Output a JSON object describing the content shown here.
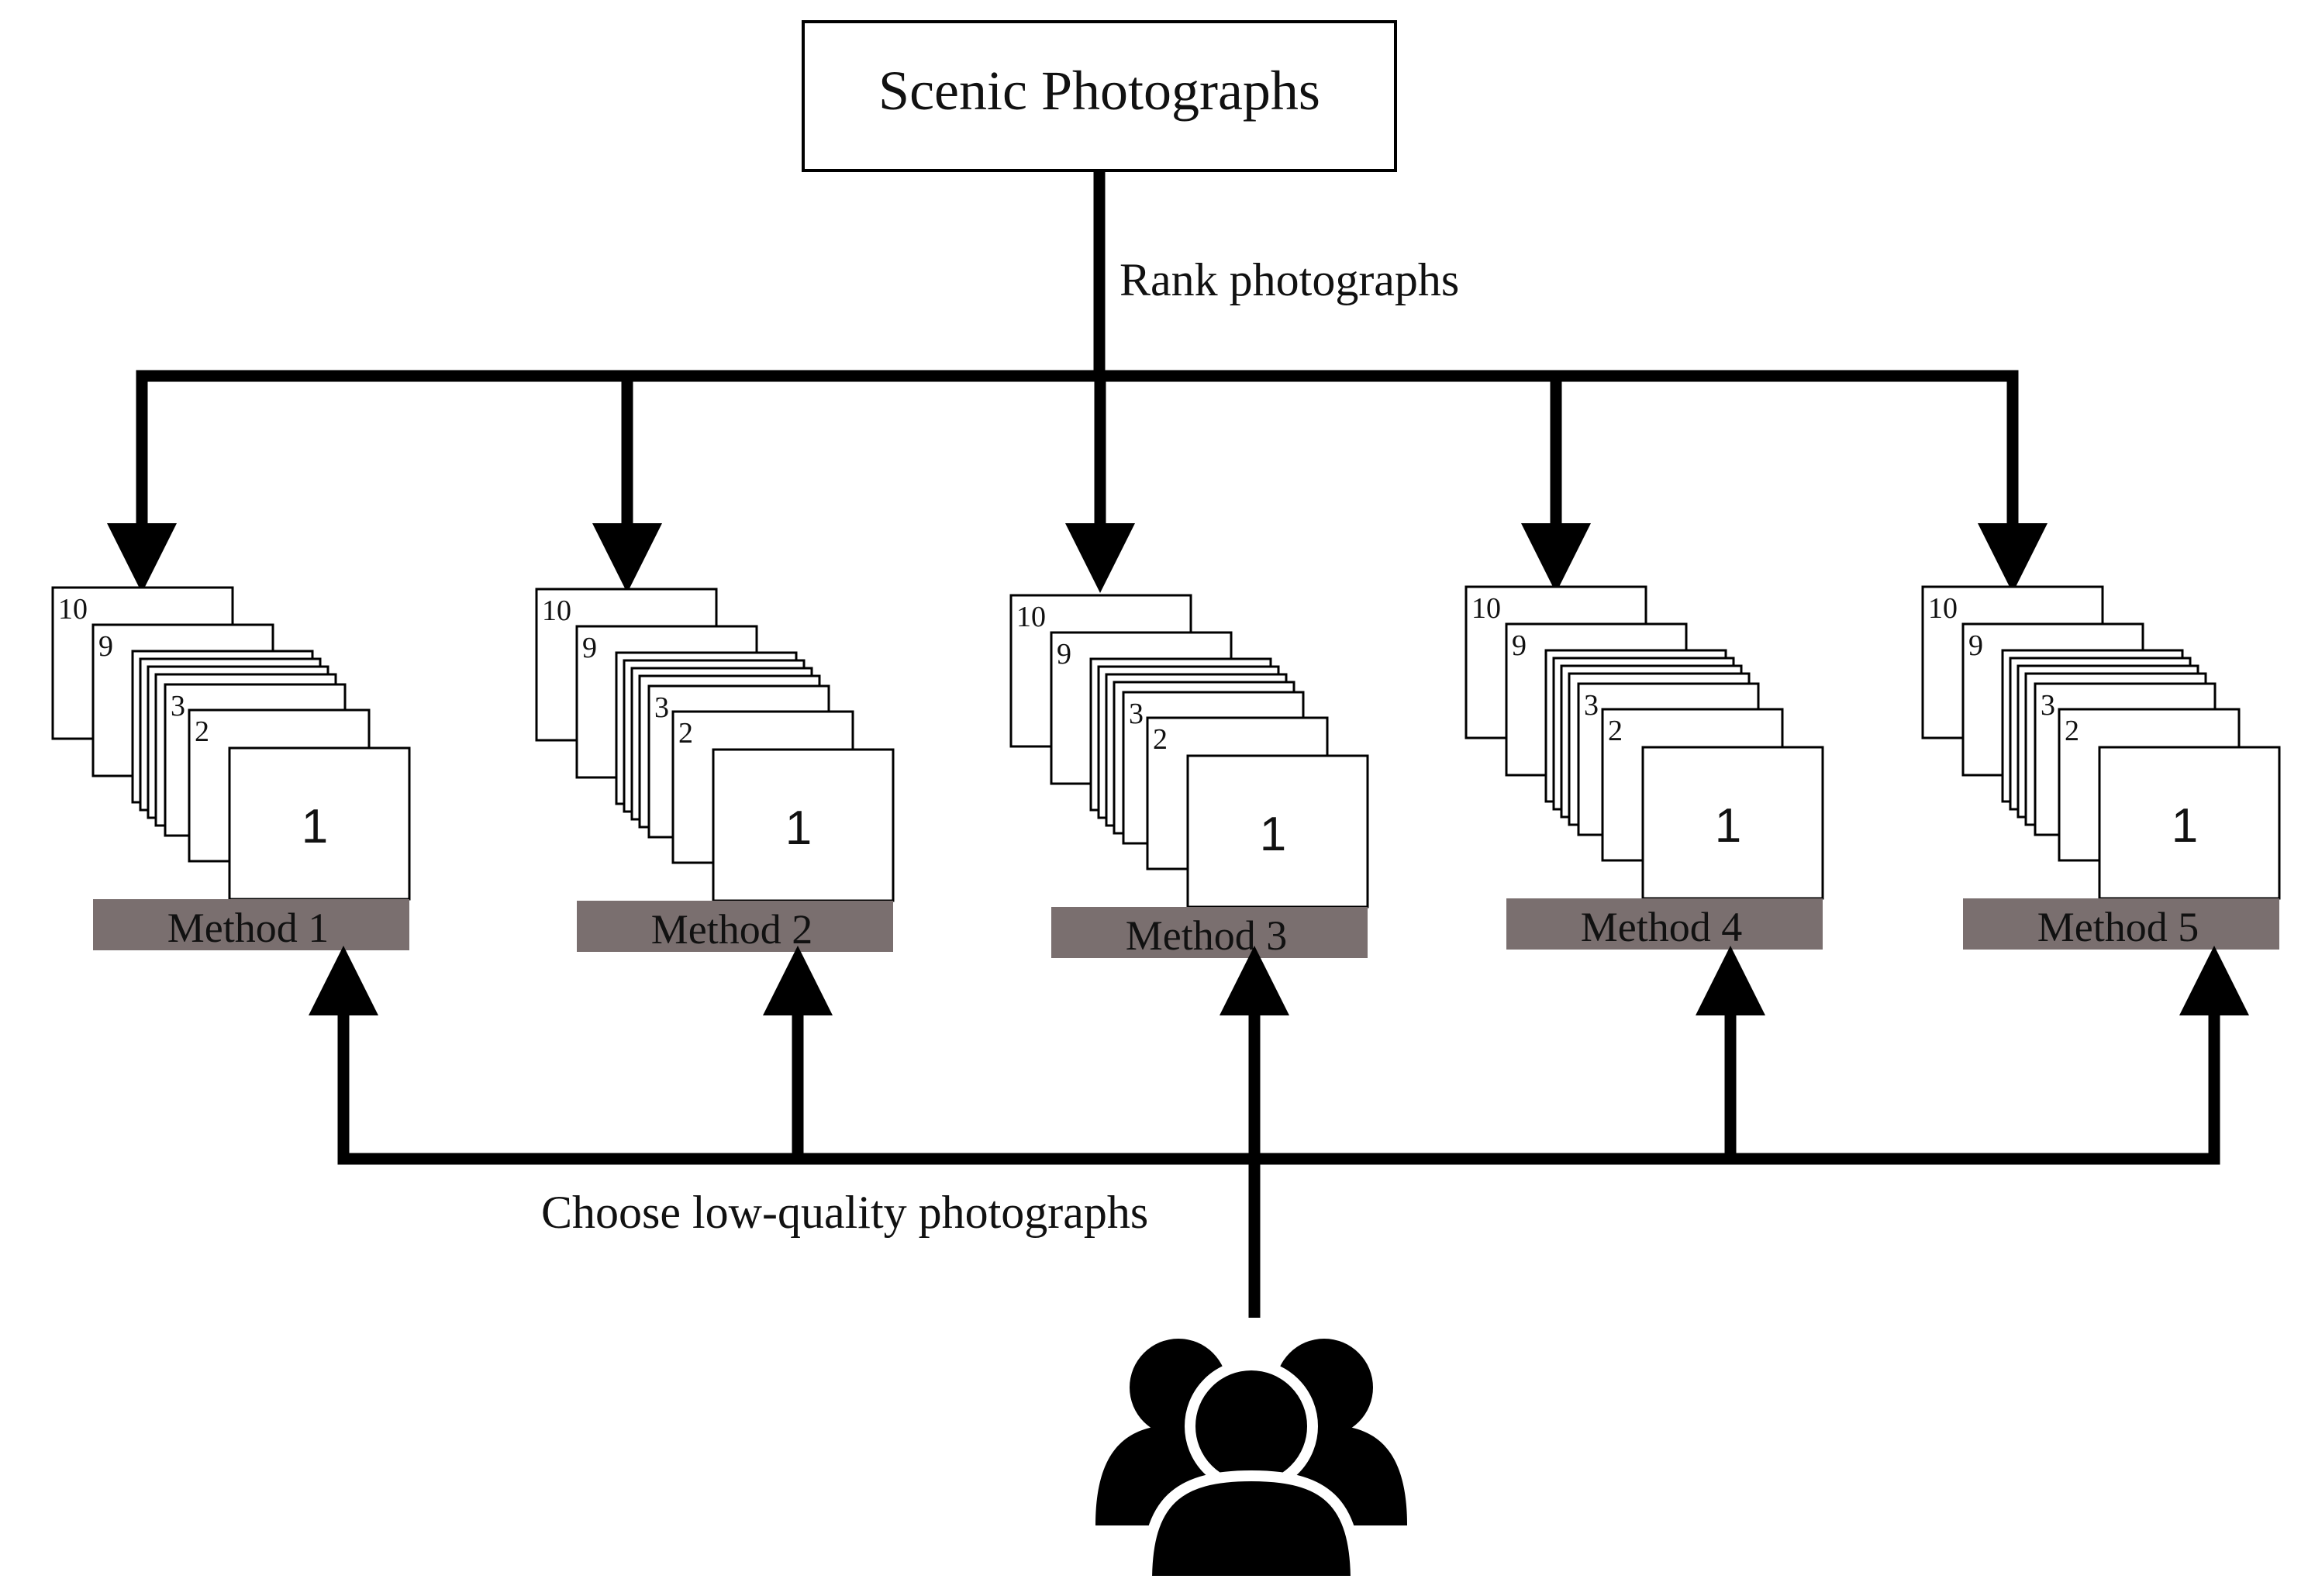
{
  "source": {
    "title": "Scenic Photographs"
  },
  "edges": {
    "rank_label": "Rank photographs",
    "choose_label": "Choose low-quality photographs"
  },
  "methods": [
    {
      "label": "Method 1",
      "ranks": {
        "top": "1",
        "second": "2",
        "third": "3",
        "second_last": "9",
        "last": "10"
      }
    },
    {
      "label": "Method 2",
      "ranks": {
        "top": "1",
        "second": "2",
        "third": "3",
        "second_last": "9",
        "last": "10"
      }
    },
    {
      "label": "Method 3",
      "ranks": {
        "top": "1",
        "second": "2",
        "third": "3",
        "second_last": "9",
        "last": "10"
      }
    },
    {
      "label": "Method 4",
      "ranks": {
        "top": "1",
        "second": "2",
        "third": "3",
        "second_last": "9",
        "last": "10"
      }
    },
    {
      "label": "Method 5",
      "ranks": {
        "top": "1",
        "second": "2",
        "third": "3",
        "second_last": "9",
        "last": "10"
      }
    }
  ],
  "participants": {
    "icon": "users-group-icon"
  },
  "colors": {
    "stroke": "#000000",
    "label_bar": "#7a6f6f",
    "card_fill": "#ffffff",
    "text": "#111111"
  }
}
